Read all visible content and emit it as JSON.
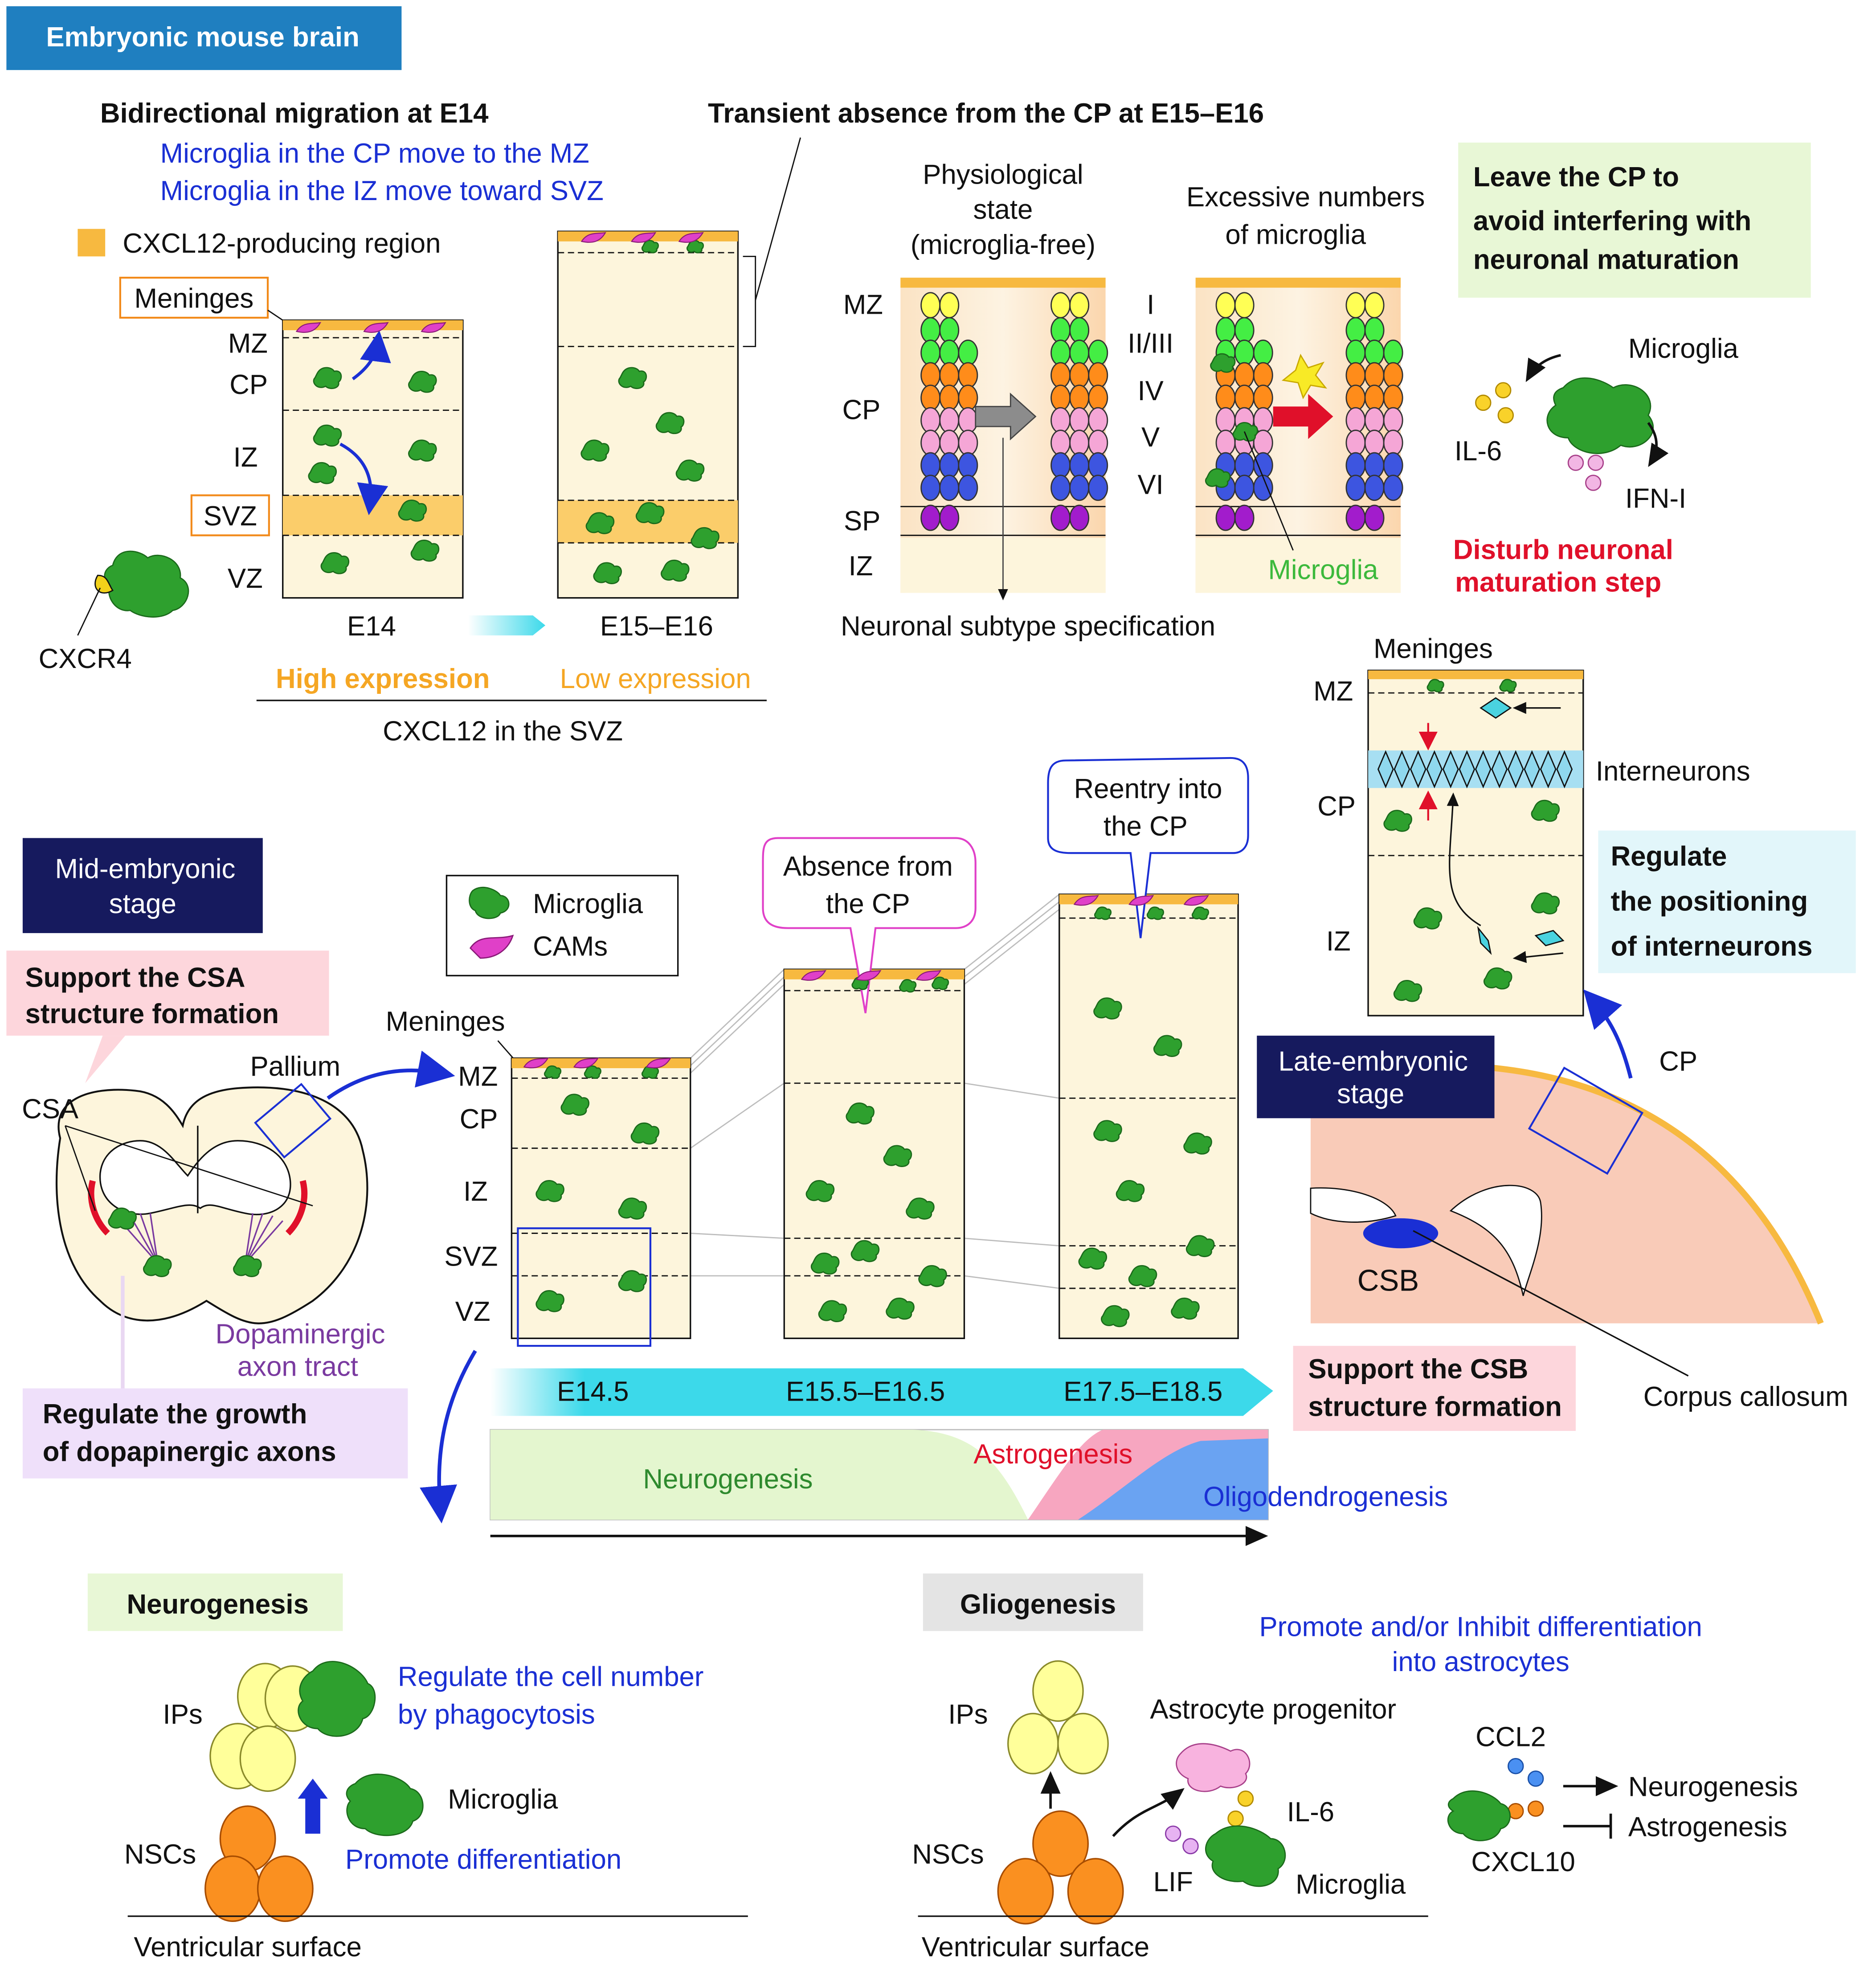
{
  "header": {
    "title": "Embryonic mouse brain"
  },
  "top_left": {
    "title": "Bidirectional migration at E14",
    "line1": "Microglia in the CP move to the MZ",
    "line2": "Microglia in the IZ move toward SVZ",
    "legend_cxcl12": "CXCL12-producing region",
    "meninges": "Meninges",
    "layers": [
      "MZ",
      "CP",
      "IZ",
      "SVZ",
      "VZ"
    ],
    "cxcr4": "CXCR4",
    "stage_e14": "E14",
    "stage_e15": "E15–E16",
    "high_expression": "High expression",
    "low_expression": "Low expression",
    "cxcl12_svz": "CXCL12 in the SVZ"
  },
  "top_middle": {
    "title": "Transient absence from the CP at E15–E16",
    "physio_1": "Physiological",
    "physio_2": "state",
    "physio_3": "(microglia-free)",
    "excess_1": "Excessive numbers",
    "excess_2": "of microglia",
    "zones": [
      "MZ",
      "CP",
      "SP",
      "IZ"
    ],
    "roman": [
      "I",
      "II/III",
      "IV",
      "V",
      "VI"
    ],
    "microglia_label": "Microglia",
    "specification": "Neuronal subtype specification"
  },
  "top_right": {
    "box_1": "Leave the CP to",
    "box_2": "avoid interfering with",
    "box_3": "neuronal maturation",
    "microglia": "Microglia",
    "il6": "IL-6",
    "ifn": "IFN-I",
    "disturb_1": "Disturb neuronal",
    "disturb_2": "maturation step"
  },
  "interneuron_panel": {
    "meninges": "Meninges",
    "zones": [
      "MZ",
      "CP",
      "IZ"
    ],
    "interneurons": "Interneurons",
    "reg_1": "Regulate",
    "reg_2": "the positioning",
    "reg_3": "of interneurons"
  },
  "mid_left": {
    "stage_1": "Mid-embryonic",
    "stage_2": "stage",
    "csa_1": "Support the CSA",
    "csa_2": "structure formation",
    "csa": "CSA",
    "pallium": "Pallium",
    "dopa_1": "Dopaminergic",
    "dopa_2": "axon tract",
    "reg_1": "Regulate the growth",
    "reg_2": "of dopapinergic axons"
  },
  "mid_center": {
    "legend_microglia": "Microglia",
    "legend_cams": "CAMs",
    "meninges": "Meninges",
    "zones": [
      "MZ",
      "CP",
      "IZ",
      "SVZ",
      "VZ"
    ],
    "absence_1": "Absence from",
    "absence_2": "the CP",
    "reentry_1": "Reentry into",
    "reentry_2": "the CP",
    "timeline": [
      "E14.5",
      "E15.5–E16.5",
      "E17.5–E18.5"
    ],
    "neurogenesis": "Neurogenesis",
    "astrogenesis": "Astrogenesis",
    "oligodendrogenesis": "Oligodendrogenesis"
  },
  "mid_right": {
    "stage_1": "Late-embryonic",
    "stage_2": "stage",
    "cp": "CP",
    "csb": "CSB",
    "corpus": "Corpus callosum",
    "csb_1": "Support the CSB",
    "csb_2": "structure formation"
  },
  "bottom_left": {
    "title": "Neurogenesis",
    "ips": "IPs",
    "nscs": "NSCs",
    "reg_1": "Regulate the cell number",
    "reg_2": "by phagocytosis",
    "microglia": "Microglia",
    "promote": "Promote differentiation",
    "surface": "Ventricular surface"
  },
  "bottom_right": {
    "title": "Gliogenesis",
    "promote_1": "Promote and/or Inhibit differentiation",
    "promote_2": "into astrocytes",
    "ips": "IPs",
    "astro": "Astrocyte progenitor",
    "ccl2": "CCL2",
    "il6": "IL-6",
    "neurogenesis": "Neurogenesis",
    "astrogenesis": "Astrogenesis",
    "nscs": "NSCs",
    "lif": "LIF",
    "microglia": "Microglia",
    "cxcl10": "CXCL10",
    "surface": "Ventricular surface"
  },
  "colors": {
    "header_bg": "#1f7fc0",
    "cream": "#fdf5dc",
    "orange": "#f7b940",
    "microglia": "#2ea02e",
    "cams": "#e040c8",
    "blue_text": "#1a2fd4",
    "red_text": "#e0102a",
    "navy": "#161a5e",
    "timeline": "#3cd9ea"
  }
}
